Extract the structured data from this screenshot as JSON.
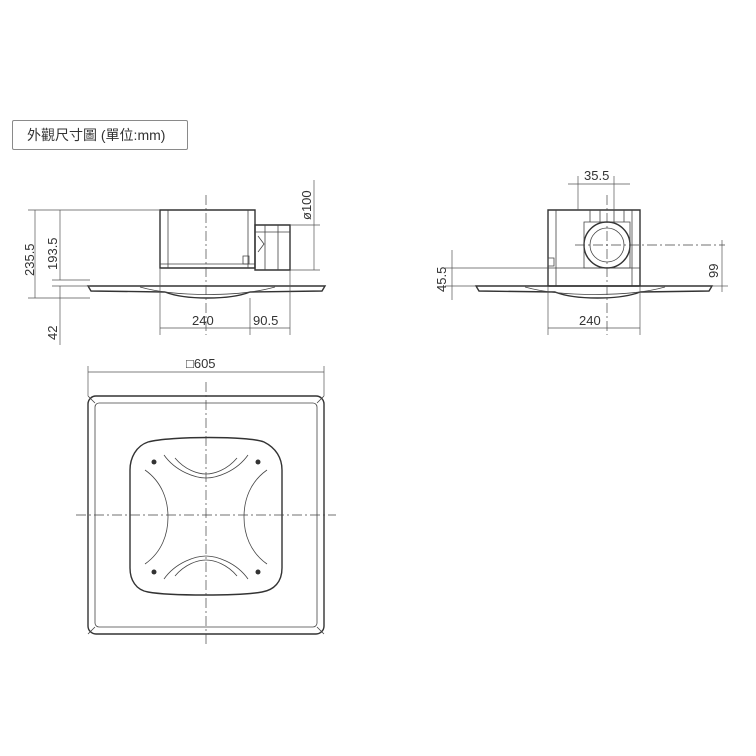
{
  "title": "外觀尺寸圖 (單位:mm)",
  "side_view": {
    "height_total": "235.5",
    "height_body": "193.5",
    "flange_height": "42",
    "duct_diameter": "ø100",
    "width_body": "240",
    "duct_offset": "90.5"
  },
  "front_view": {
    "duct_offset_top": "35.5",
    "flange_offset": "45.5",
    "duct_center_height": "99",
    "width_body": "240"
  },
  "plan_view": {
    "panel_size": "□605"
  }
}
